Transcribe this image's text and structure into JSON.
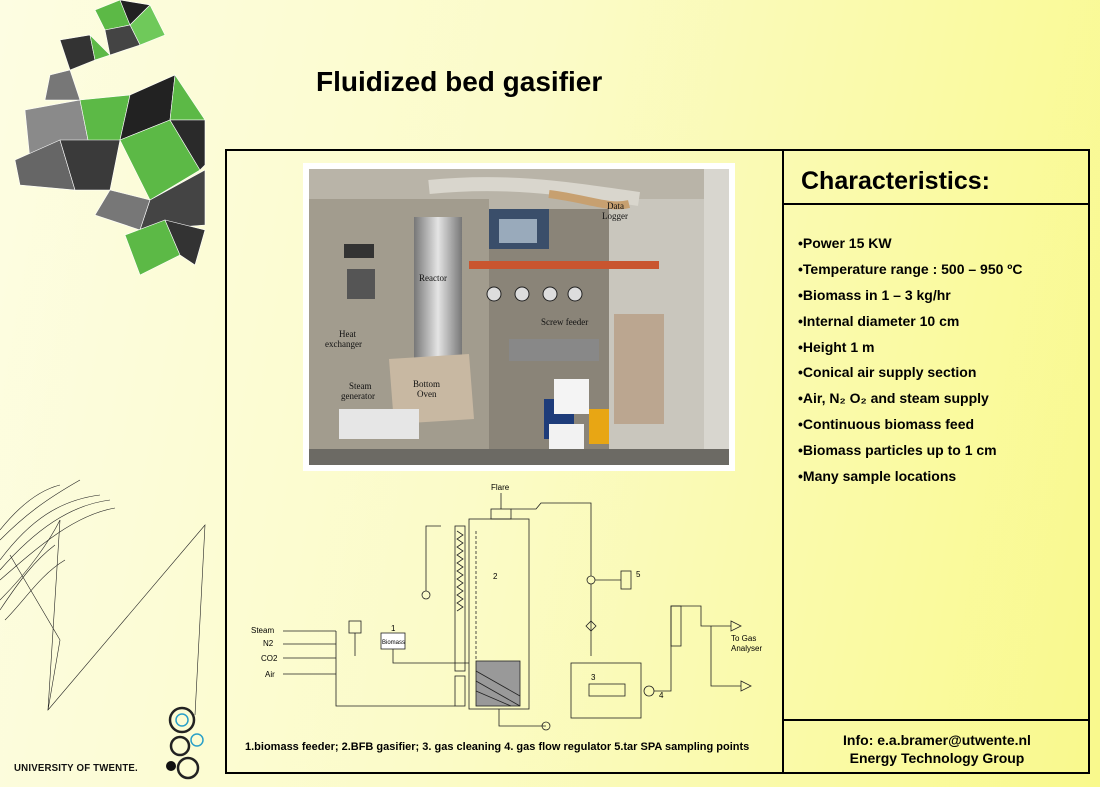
{
  "title": "Fluidized bed gasifier",
  "branding": {
    "university": "UNIVERSITY OF TWENTE."
  },
  "characteristics": {
    "heading": "Characteristics:",
    "items": [
      "•Power 15 KW",
      "•Temperature range : 500 – 950 ºC",
      "•Biomass in 1 – 3 kg/hr",
      "•Internal diameter 10 cm",
      "•Height 1 m",
      "•Conical air supply section",
      "•Air, N₂ O₂ and steam supply",
      "•Continuous biomass feed",
      "•Biomass particles up to 1 cm",
      "•Many sample locations"
    ]
  },
  "info": {
    "email_line": "Info: e.a.bramer@utwente.nl",
    "group_line": "Energy Technology Group"
  },
  "photo_labels": {
    "data_logger_1": "Data",
    "data_logger_2": "Logger",
    "reactor": "Reactor",
    "screw_feeder": "Screw feeder",
    "heat_exchanger_1": "Heat",
    "heat_exchanger_2": "exchanger",
    "steam_generator_1": "Steam",
    "steam_generator_2": "generator",
    "bottom_oven_1": "Bottom",
    "bottom_oven_2": "Oven"
  },
  "schematic_labels": {
    "flare": "Flare",
    "steam": "Steam",
    "n2": "N2",
    "co2": "CO2",
    "air": "Air",
    "biomass": "Biomass",
    "to_gas_1": "To Gas",
    "to_gas_2": "Analyser",
    "n1": "1",
    "n2_num": "2",
    "n3": "3",
    "n4": "4",
    "n5": "5"
  },
  "caption": "1.biomass feeder; 2.BFB gasifier; 3. gas cleaning 4. gas flow regulator 5.tar SPA sampling points",
  "colors": {
    "background_light": "#fdfde2",
    "background_yellow": "#f9f98c",
    "accent_green": "#5cb946",
    "frame": "#000000"
  },
  "icons": [
    "polyhedron-decoration",
    "twente-logo-icon"
  ]
}
